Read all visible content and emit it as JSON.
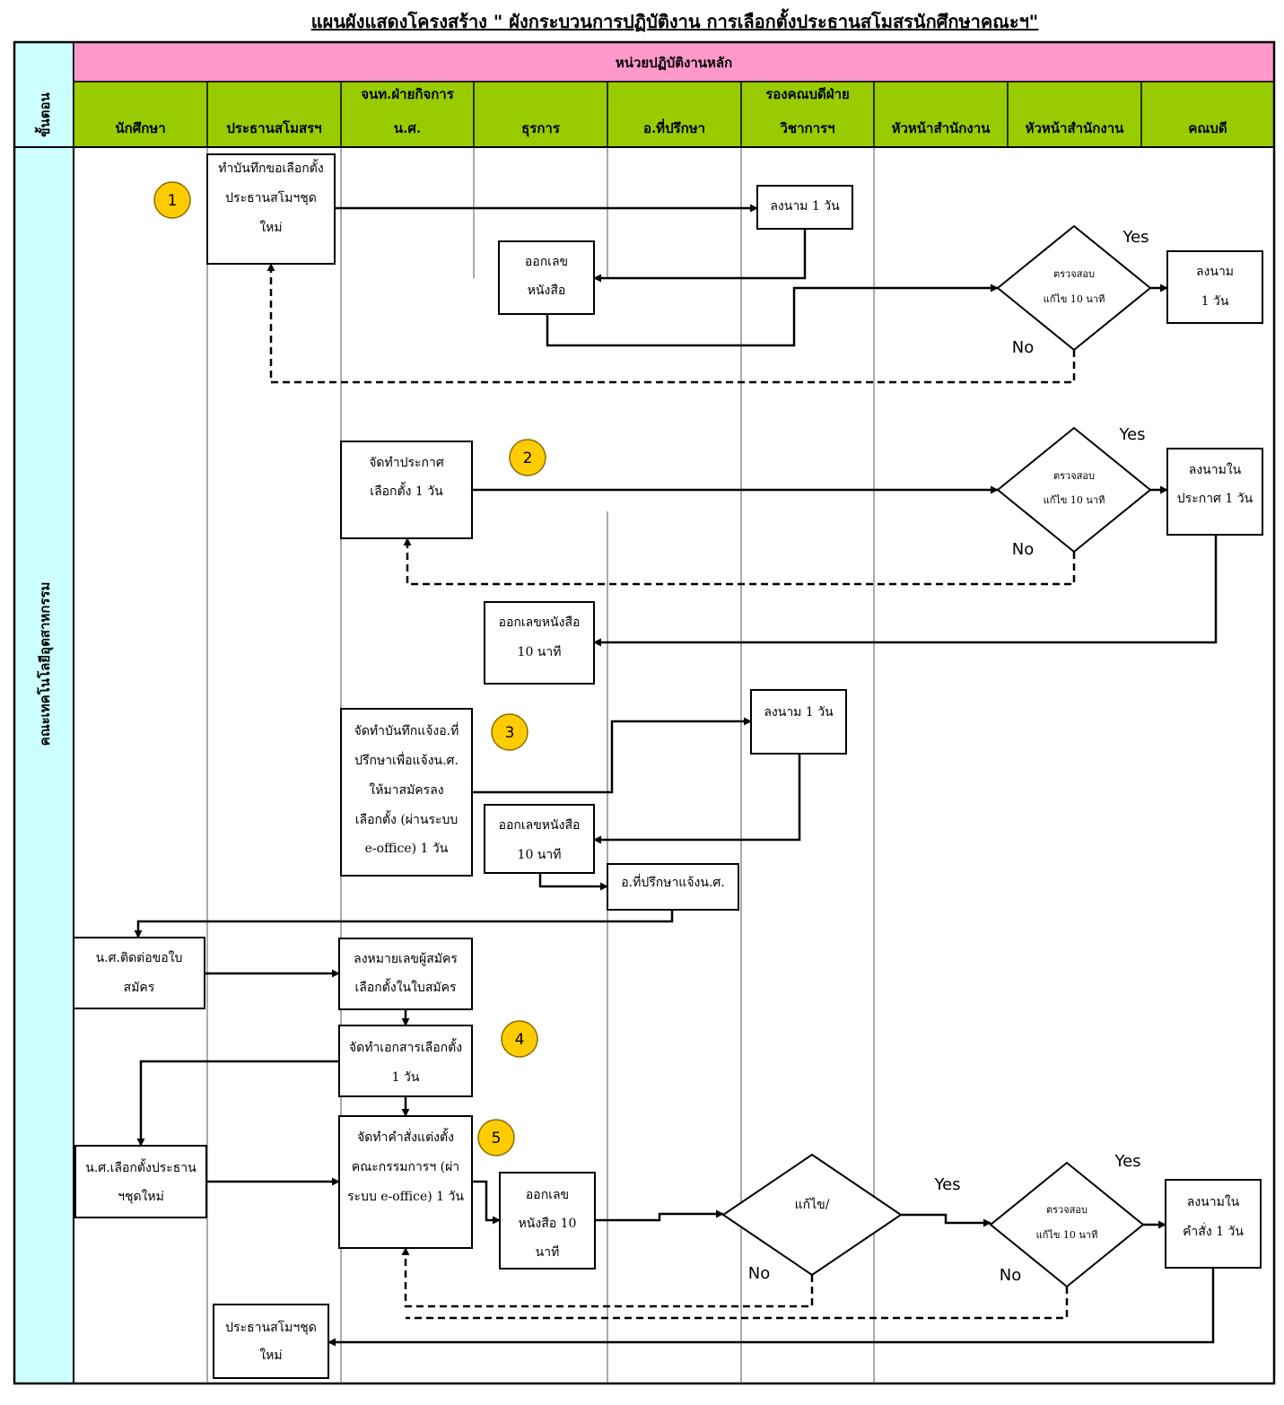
{
  "title": "แผนผังแสดงโครงสร้าง \" ผังกระบวนการปฏิบัติงาน การเลือกตั้งประธานสโมสรนักศึกษาคณะฯ\"",
  "step_header": "ขั้นตอน",
  "main_unit_header": "หน่วยปฏิบัติงานหลัก",
  "faculty_label": "คณะเทคโนโลยีอุตสาหกรรม",
  "lanes": [
    [
      "นักศึกษา"
    ],
    [
      "ประธานสโมสรฯ"
    ],
    [
      "จนท.ฝ่ายกิจการ",
      "น.ศ."
    ],
    [
      "ธุรการ"
    ],
    [
      "อ.ที่ปรึกษา"
    ],
    [
      "รองคณบดีฝ่าย",
      "วิชาการฯ"
    ],
    [
      "หัวหน้าสำนักงาน"
    ],
    [
      "หัวหน้าสำนักงาน"
    ],
    [
      "คณบดี"
    ]
  ],
  "yes_label": "Yes",
  "no_label": "No",
  "step_numbers": [
    "1",
    "2",
    "3",
    "4",
    "5"
  ],
  "boxes": {
    "b1": [
      "ทำบันทึกขอเลือกตั้ง",
      "ประธานสโมฯชุด",
      "ใหม่"
    ],
    "b2": [
      "ลงนาม 1 วัน"
    ],
    "b3": [
      "ออกเลข",
      "หนังสือ"
    ],
    "b4": [
      "ลงนาม",
      "1 วัน"
    ],
    "b5": [
      "จัดทำประกาศ",
      "เลือกตั้ง 1 วัน"
    ],
    "b6": [
      "ลงนามใน",
      "ประกาศ 1 วัน"
    ],
    "b7": [
      "ออกเลขหนังสือ",
      "10 นาที"
    ],
    "b8": [
      "จัดทำบันทึกแจ้งอ.ที่",
      "ปรึกษาเพื่อแจ้งน.ศ.",
      "ให้มาสมัครลง",
      "เลือกตั้ง (ผ่านระบบ",
      "e-office) 1 วัน"
    ],
    "b9": [
      "ลงนาม 1 วัน"
    ],
    "b10": [
      "ออกเลขหนังสือ",
      "10 นาที"
    ],
    "b11": [
      "อ.ที่ปรึกษาแจ้งน.ศ."
    ],
    "b12": [
      "น.ศ.ติดต่อขอใบ",
      "สมัคร"
    ],
    "b13": [
      "ลงหมายเลขผู้สมัคร",
      "เลือกตั้งในใบสมัคร"
    ],
    "b14": [
      "จัดทำเอกสารเลือกตั้ง",
      "1 วัน"
    ],
    "b15": [
      "น.ศ.เลือกตั้งประธาน",
      "ฯชุดใหม่"
    ],
    "b16": [
      "จัดทำคำสั่งแต่งตั้ง",
      "คณะกรรมการฯ (ผ่า",
      "ระบบ e-office) 1 วัน"
    ],
    "b17": [
      "ออกเลข",
      "หนังสือ 10",
      "นาที"
    ],
    "b18": [
      "ลงนามใน",
      "คำสั่ง 1 วัน"
    ],
    "b19": [
      "ประธานสโมฯชุด",
      "ใหม่"
    ]
  },
  "diamonds": {
    "d1": [
      "ตรวจสอบ",
      "แก้ไข 10 นาที"
    ],
    "d2": [
      "ตรวจสอบ",
      "แก้ไข 10 นาที"
    ],
    "d3": [
      "แก้ไข/"
    ],
    "d4": [
      "ตรวจสอบ",
      "แก้ไข 10 นาที"
    ]
  },
  "colors": {
    "pink_header": "#ff99cc",
    "green_header": "#99cc00",
    "cyan_column": "#ccffff",
    "step_badge": "#ffcc00",
    "line": "#000000"
  }
}
